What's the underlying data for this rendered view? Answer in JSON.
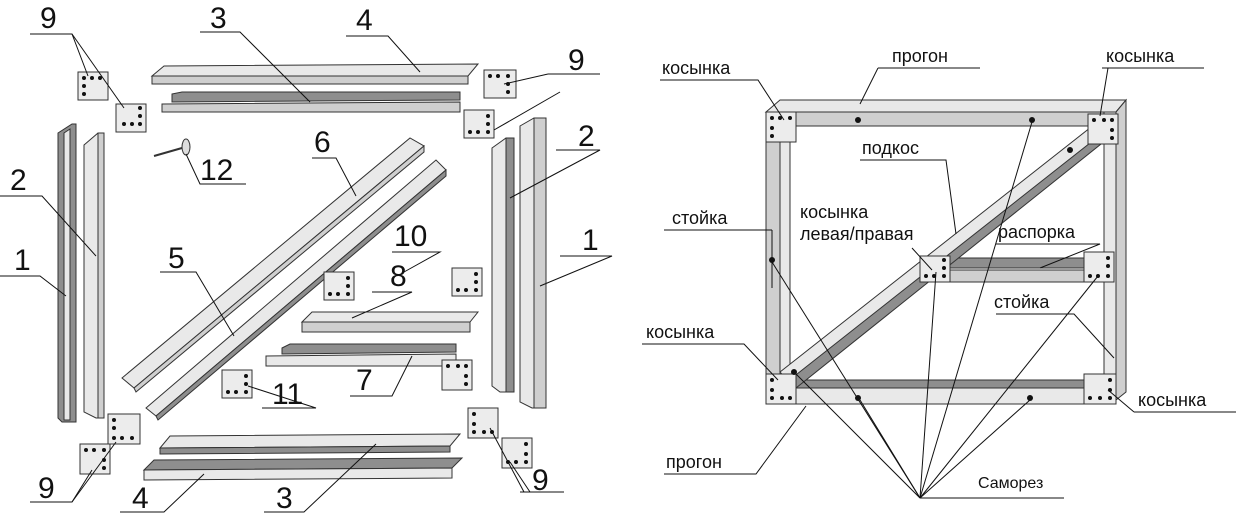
{
  "left_diagram": {
    "part_numbers": {
      "p1_left": "1",
      "p1_right": "1",
      "p2_left": "2",
      "p2_right": "2",
      "p3_top": "3",
      "p3_bottom": "3",
      "p4_top": "4",
      "p4_bottom": "4",
      "p5": "5",
      "p6": "6",
      "p7": "7",
      "p8": "8",
      "p9_top_left": "9",
      "p9_top_right": "9",
      "p9_bottom_left": "9",
      "p9_bottom_right": "9",
      "p10": "10",
      "p11": "11",
      "p12": "12"
    }
  },
  "right_diagram": {
    "labels": {
      "gusset_top_left": "косынка",
      "purlin_top": "прогон",
      "gusset_top_right": "косынка",
      "brace": "подкос",
      "post_left": "стойка",
      "gusset_lr_line1": "косынка",
      "gusset_lr_line2": "левая/правая",
      "spacer": "распорка",
      "post_right": "стойка",
      "gusset_bottom_left": "косынка",
      "gusset_bottom_right": "косынка",
      "purlin_bottom": "прогон",
      "screw": "Саморез"
    }
  }
}
